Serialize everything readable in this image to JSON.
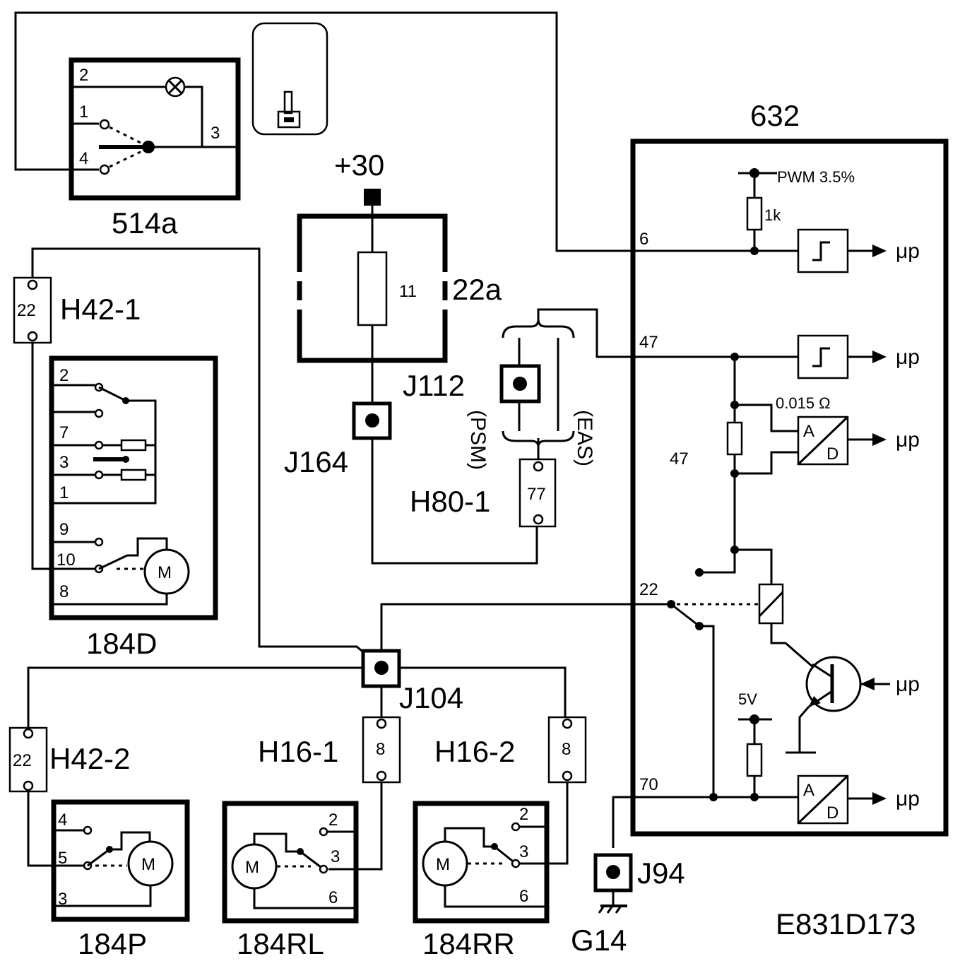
{
  "diagram_code": "E831D173",
  "components": {
    "c514a": {
      "label": "514a",
      "pins": [
        "2",
        "1",
        "4",
        "3"
      ]
    },
    "c632": {
      "label": "632",
      "pins": [
        "6",
        "47",
        "22",
        "70"
      ],
      "resistor_1k": "1k",
      "pwm": "PWM 3.5%",
      "shunt": "0.015 Ω",
      "node_47": "47",
      "supply_5v": "5V",
      "output_label": "μp",
      "adc_a": "A",
      "adc_d": "D"
    },
    "c22a": {
      "label": "22a",
      "fuse": "11"
    },
    "supply_30": "+30",
    "c184D": {
      "label": "184D",
      "pins": [
        "2",
        "7",
        "3",
        "1",
        "9",
        "10",
        "8"
      ]
    },
    "c184P": {
      "label": "184P",
      "pins": [
        "4",
        "5",
        "3"
      ]
    },
    "c184RL": {
      "label": "184RL",
      "pins": [
        "2",
        "3",
        "6"
      ]
    },
    "c184RR": {
      "label": "184RR",
      "pins": [
        "2",
        "3",
        "6"
      ]
    },
    "motor": "M",
    "connectors": {
      "H42_1": {
        "label": "H42-1",
        "pin": "22"
      },
      "H42_2": {
        "label": "H42-2",
        "pin": "22"
      },
      "H16_1": {
        "label": "H16-1",
        "pin": "8"
      },
      "H16_2": {
        "label": "H16-2",
        "pin": "8"
      },
      "H80_1": {
        "label": "H80-1",
        "pin": "77"
      }
    },
    "junctions": {
      "J112": "J112",
      "J164": "J164",
      "J104": "J104",
      "J94": "J94"
    },
    "ground": "G14",
    "variant_psm": "(PSM)",
    "variant_eas": "(EAS)"
  }
}
